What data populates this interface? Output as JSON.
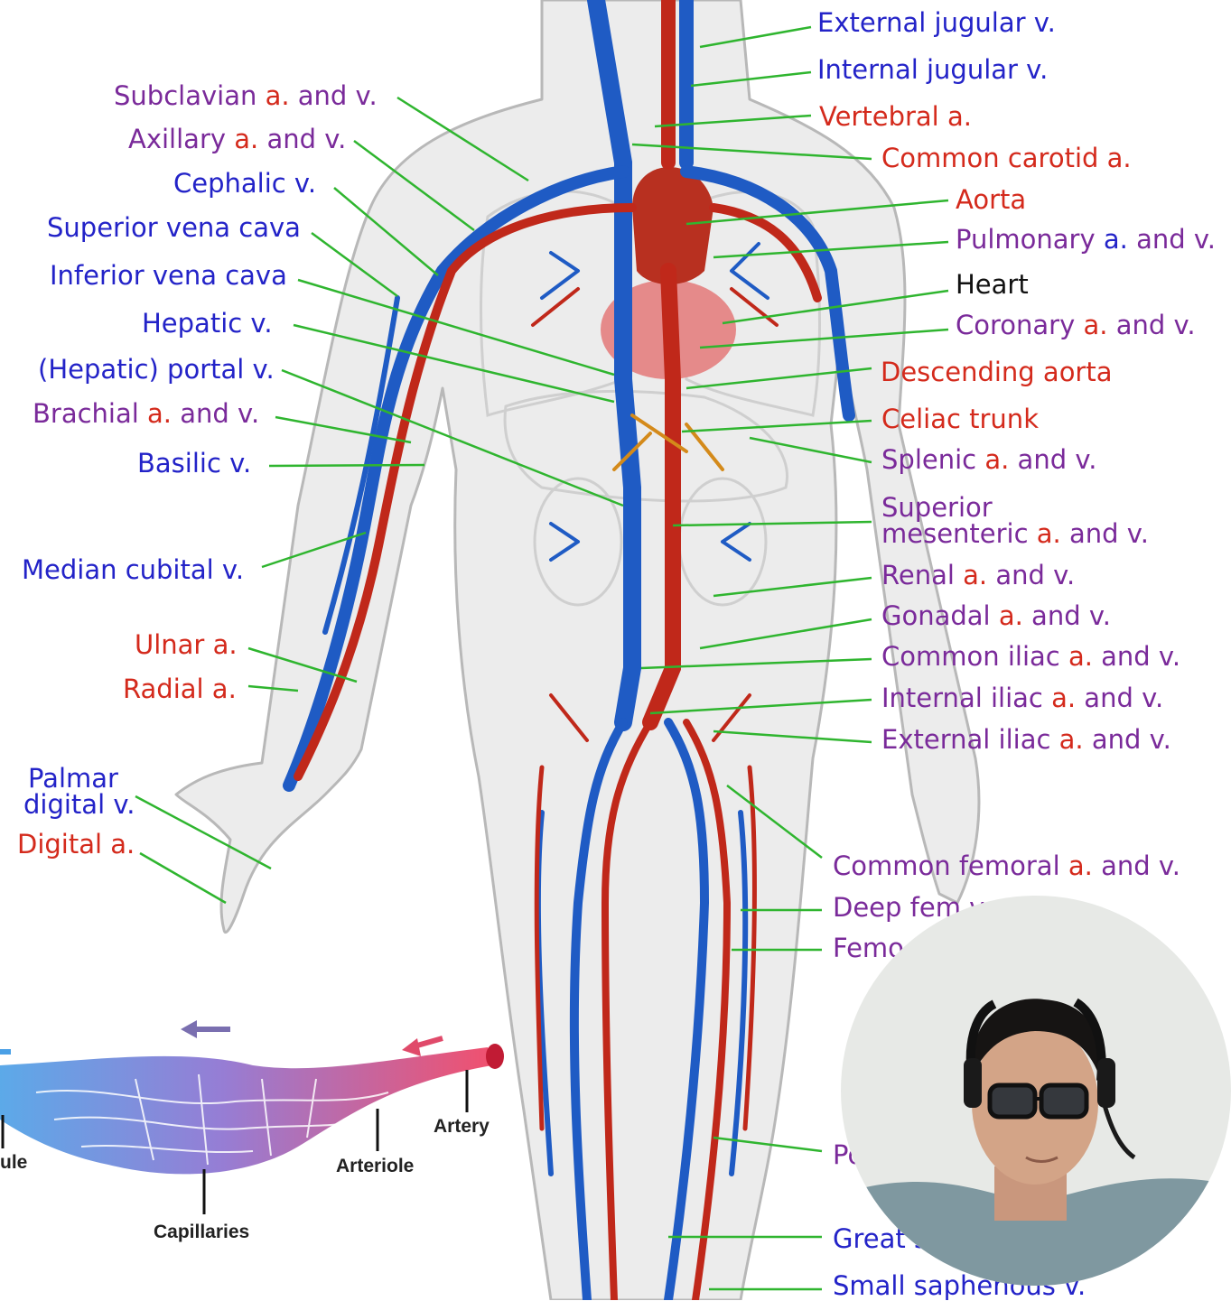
{
  "colors": {
    "artery": "#d42a1c",
    "vein": "#2323c8",
    "mixed": "#7a2a9a",
    "neutral": "#111111",
    "pointer": "#2fb52f",
    "body_fill": "#ececec",
    "body_outline": "#b8b8b8",
    "heart": "#e58a8a"
  },
  "labels": {
    "external_jugular": [
      {
        "t": "External jugular v.",
        "c": "v"
      }
    ],
    "internal_jugular": [
      {
        "t": "Internal jugular v.",
        "c": "v"
      }
    ],
    "vertebral": [
      {
        "t": "Vertebral a.",
        "c": "a"
      }
    ],
    "common_carotid": [
      {
        "t": "Common carotid a.",
        "c": "a"
      }
    ],
    "aorta": [
      {
        "t": "Aorta",
        "c": "a"
      }
    ],
    "pulmonary": [
      {
        "t": "Pulmonary ",
        "c": "m"
      },
      {
        "t": "a.",
        "c": "v"
      },
      {
        "t": " and v.",
        "c": "m"
      }
    ],
    "heart": [
      {
        "t": "Heart",
        "c": "n"
      }
    ],
    "coronary": [
      {
        "t": "Coronary ",
        "c": "m"
      },
      {
        "t": "a.",
        "c": "a"
      },
      {
        "t": " and v.",
        "c": "m"
      }
    ],
    "descending_aorta": [
      {
        "t": "Descending aorta",
        "c": "a"
      }
    ],
    "celiac_trunk": [
      {
        "t": "Celiac trunk",
        "c": "a"
      }
    ],
    "splenic": [
      {
        "t": "Splenic ",
        "c": "m"
      },
      {
        "t": "a.",
        "c": "a"
      },
      {
        "t": " and v.",
        "c": "m"
      }
    ],
    "superior_mesenteric_1": [
      {
        "t": "Superior",
        "c": "m"
      }
    ],
    "superior_mesenteric_2": [
      {
        "t": "mesenteric ",
        "c": "m"
      },
      {
        "t": "a.",
        "c": "a"
      },
      {
        "t": " and v.",
        "c": "m"
      }
    ],
    "renal": [
      {
        "t": "Renal ",
        "c": "m"
      },
      {
        "t": "a.",
        "c": "a"
      },
      {
        "t": " and v.",
        "c": "m"
      }
    ],
    "gonadal": [
      {
        "t": "Gonadal ",
        "c": "m"
      },
      {
        "t": "a.",
        "c": "a"
      },
      {
        "t": " and v.",
        "c": "m"
      }
    ],
    "common_iliac": [
      {
        "t": "Common iliac ",
        "c": "m"
      },
      {
        "t": "a.",
        "c": "a"
      },
      {
        "t": " and v.",
        "c": "m"
      }
    ],
    "internal_iliac": [
      {
        "t": "Internal iliac ",
        "c": "m"
      },
      {
        "t": "a.",
        "c": "a"
      },
      {
        "t": " and v.",
        "c": "m"
      }
    ],
    "external_iliac": [
      {
        "t": "External iliac ",
        "c": "m"
      },
      {
        "t": "a.",
        "c": "a"
      },
      {
        "t": " and v.",
        "c": "m"
      }
    ],
    "common_femoral": [
      {
        "t": "Common femoral ",
        "c": "m"
      },
      {
        "t": "a.",
        "c": "a"
      },
      {
        "t": " and v.",
        "c": "m"
      }
    ],
    "deep_femoral": [
      {
        "t": "Deep fem",
        "c": "m"
      },
      {
        "t": "    ",
        "c": "m"
      },
      {
        "t": "v.",
        "c": "m"
      }
    ],
    "femoral": [
      {
        "t": "Femo",
        "c": "m"
      }
    ],
    "popliteal": [
      {
        "t": "Po",
        "c": "m"
      }
    ],
    "great_saphenous": [
      {
        "t": "Great s",
        "c": "v"
      }
    ],
    "small_saphenous": [
      {
        "t": "Small saphenous v.",
        "c": "v"
      }
    ],
    "subclavian": [
      {
        "t": "Subclavian ",
        "c": "m"
      },
      {
        "t": "a.",
        "c": "a"
      },
      {
        "t": " and v.",
        "c": "m"
      }
    ],
    "axillary": [
      {
        "t": "Axillary ",
        "c": "m"
      },
      {
        "t": "a.",
        "c": "a"
      },
      {
        "t": " and v.",
        "c": "m"
      }
    ],
    "cephalic": [
      {
        "t": "Cephalic v.",
        "c": "v"
      }
    ],
    "superior_vena_cava": [
      {
        "t": "Superior vena cava",
        "c": "v"
      }
    ],
    "inferior_vena_cava": [
      {
        "t": "Inferior vena cava",
        "c": "v"
      }
    ],
    "hepatic": [
      {
        "t": "Hepatic v.",
        "c": "v"
      }
    ],
    "hepatic_portal": [
      {
        "t": "(Hepatic) portal v.",
        "c": "v"
      }
    ],
    "brachial": [
      {
        "t": "Brachial ",
        "c": "m"
      },
      {
        "t": "a.",
        "c": "a"
      },
      {
        "t": " and v.",
        "c": "m"
      }
    ],
    "basilic": [
      {
        "t": "Basilic v.",
        "c": "v"
      }
    ],
    "median_cubital": [
      {
        "t": "Median cubital v.",
        "c": "v"
      }
    ],
    "ulnar": [
      {
        "t": "Ulnar a.",
        "c": "a"
      }
    ],
    "radial": [
      {
        "t": "Radial a.",
        "c": "a"
      }
    ],
    "palmar_digital_1": [
      {
        "t": "Palmar",
        "c": "v"
      }
    ],
    "palmar_digital_2": [
      {
        "t": "digital v.",
        "c": "v"
      }
    ],
    "digital": [
      {
        "t": "Digital a.",
        "c": "a"
      }
    ]
  },
  "capillary_bed": {
    "artery": "Artery",
    "arteriole": "Arteriole",
    "capillaries": "Capillaries",
    "venule": "ule"
  }
}
